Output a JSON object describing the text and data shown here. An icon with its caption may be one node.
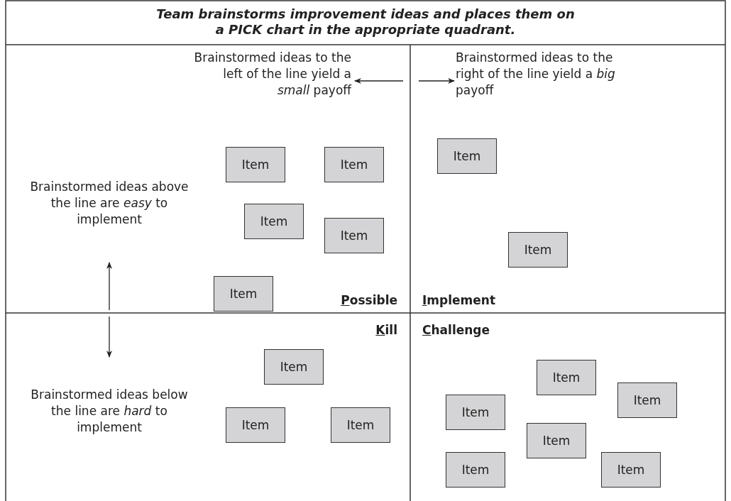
{
  "diagram": {
    "title": "Team brainstorms improvement ideas and places them on a PICK chart in the appropriate quadrant.",
    "nodes": [
      {
        "text": [
          "Possible"
        ]
      },
      {
        "text": [
          "Item"
        ],
        "in": 0
      },
      {
        "text": [
          "Item"
        ],
        "in": 0
      },
      {
        "text": [
          "Item"
        ],
        "in": 0
      },
      {
        "text": [
          "Item"
        ],
        "in": 0
      },
      {
        "text": [
          "Item"
        ],
        "in": 0
      },
      {
        "text": [
          "Implement"
        ]
      },
      {
        "text": [
          "Item"
        ],
        "in": 6
      },
      {
        "text": [
          "Item"
        ],
        "in": 6
      },
      {
        "text": [
          "Kill"
        ]
      },
      {
        "text": [
          "Item"
        ],
        "in": 9
      },
      {
        "text": [
          "Item"
        ],
        "in": 9
      },
      {
        "text": [
          "Item"
        ],
        "in": 9
      },
      {
        "text": [
          "Challenge"
        ]
      },
      {
        "text": [
          "Item"
        ],
        "in": 13
      },
      {
        "text": [
          "Item"
        ],
        "in": 13
      },
      {
        "text": [
          "Item"
        ],
        "in": 13
      },
      {
        "text": [
          "Item"
        ],
        "in": 13
      },
      {
        "text": [
          "Item"
        ],
        "in": 13
      },
      {
        "text": [
          "Item"
        ],
        "in": 13
      }
    ],
    "edges": [],
    "labels": [
      "Brainstormed ideas to the left of the line yield a *small* payoff",
      "Brainstormed ideas to the right of the line yield a *big* payoff",
      "Brainstormed ideas above the line are *easy* to implement",
      "Brainstormed ideas below the line are *hard* to implement"
    ]
  }
}
